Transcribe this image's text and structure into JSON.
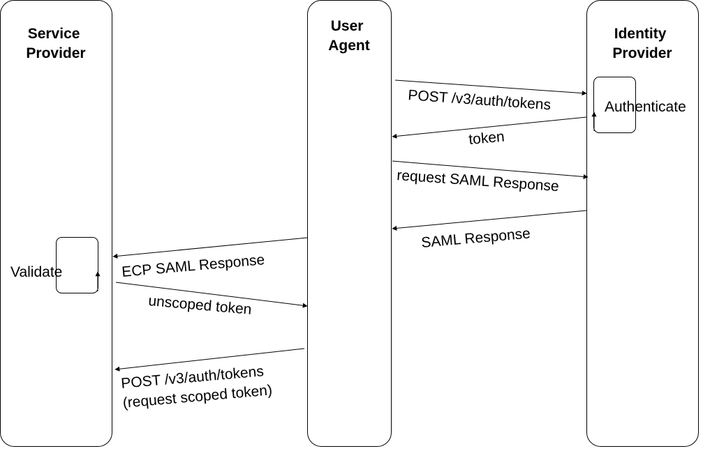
{
  "lanes": {
    "service_provider": [
      "Service",
      "Provider"
    ],
    "user_agent": [
      "User",
      "Agent"
    ],
    "identity_provider": [
      "Identity",
      "Provider"
    ]
  },
  "activities": {
    "authenticate": "Authenticate",
    "validate": "Validate"
  },
  "messages": [
    {
      "id": "post-tokens-idp",
      "from": "user_agent",
      "to": "identity_provider",
      "lines": [
        "POST /v3/auth/tokens"
      ]
    },
    {
      "id": "token",
      "from": "identity_provider",
      "to": "user_agent",
      "lines": [
        "token"
      ]
    },
    {
      "id": "request-saml",
      "from": "user_agent",
      "to": "identity_provider",
      "lines": [
        "request SAML Response"
      ]
    },
    {
      "id": "saml-response",
      "from": "identity_provider",
      "to": "user_agent",
      "lines": [
        "SAML Response"
      ]
    },
    {
      "id": "ecp-saml",
      "from": "user_agent",
      "to": "service_provider",
      "lines": [
        "ECP SAML Response"
      ]
    },
    {
      "id": "unscoped-token",
      "from": "service_provider",
      "to": "user_agent",
      "lines": [
        "unscoped token"
      ]
    },
    {
      "id": "post-tokens-sp",
      "from": "user_agent",
      "to": "service_provider",
      "lines": [
        "POST /v3/auth/tokens",
        "(request scoped token)"
      ]
    }
  ]
}
